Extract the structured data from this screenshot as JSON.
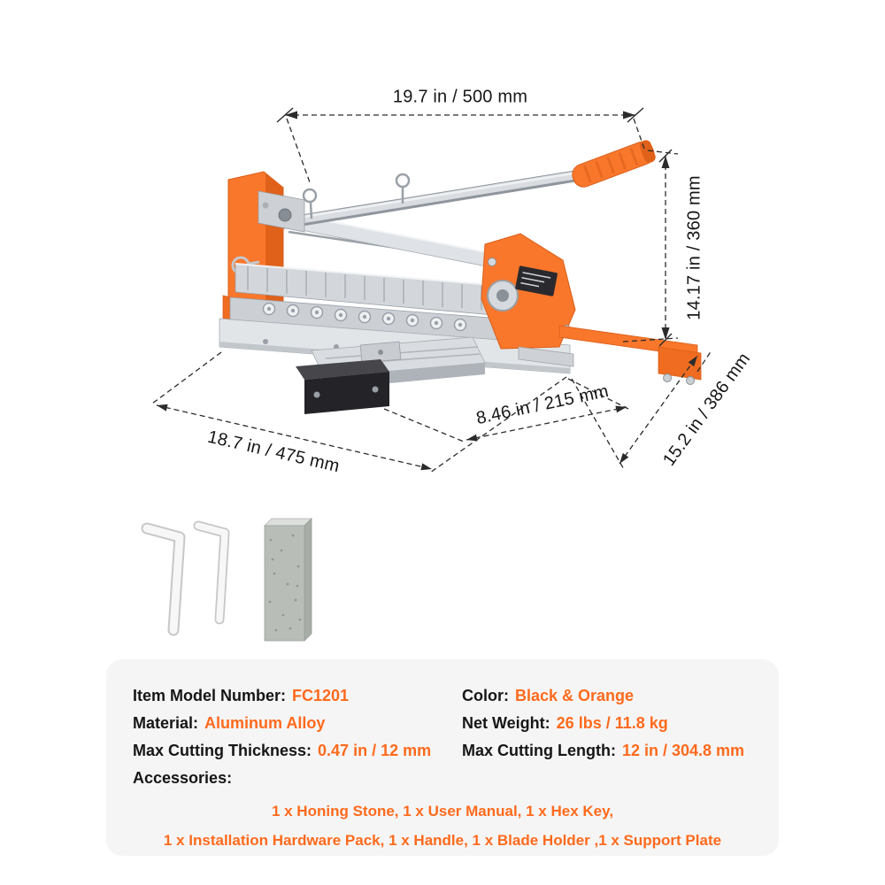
{
  "product_diagram": {
    "dimensions": {
      "width_top": "19.7 in / 500 mm",
      "height_right": "14.17 in / 360 mm",
      "depth_right": "15.2 in / 386 mm",
      "table_length": "8.46 in / 215 mm",
      "base_length": "18.7 in / 475 mm"
    }
  },
  "spec_card": {
    "model": {
      "label": "Item Model Number:",
      "value": "FC1201"
    },
    "material": {
      "label": "Material:",
      "value": "Aluminum Alloy"
    },
    "thickness": {
      "label": "Max Cutting Thickness:",
      "value": "0.47 in / 12 mm"
    },
    "color": {
      "label": "Color:",
      "value": "Black & Orange"
    },
    "weight": {
      "label": "Net Weight:",
      "value": "26 lbs / 11.8 kg"
    },
    "length": {
      "label": "Max Cutting Length:",
      "value": "12 in / 304.8 mm"
    },
    "accessories_label": "Accessories:",
    "accessories_line1": "1 x Honing Stone, 1 x User Manual, 1 x Hex Key,",
    "accessories_line2": "1 x Installation Hardware Pack, 1 x Handle, 1 x Blade Holder ,1 x Support Plate"
  },
  "colors": {
    "accent": "#FF6A1C",
    "machine_orange": "#F9772B",
    "card_background": "#F5F5F6"
  }
}
